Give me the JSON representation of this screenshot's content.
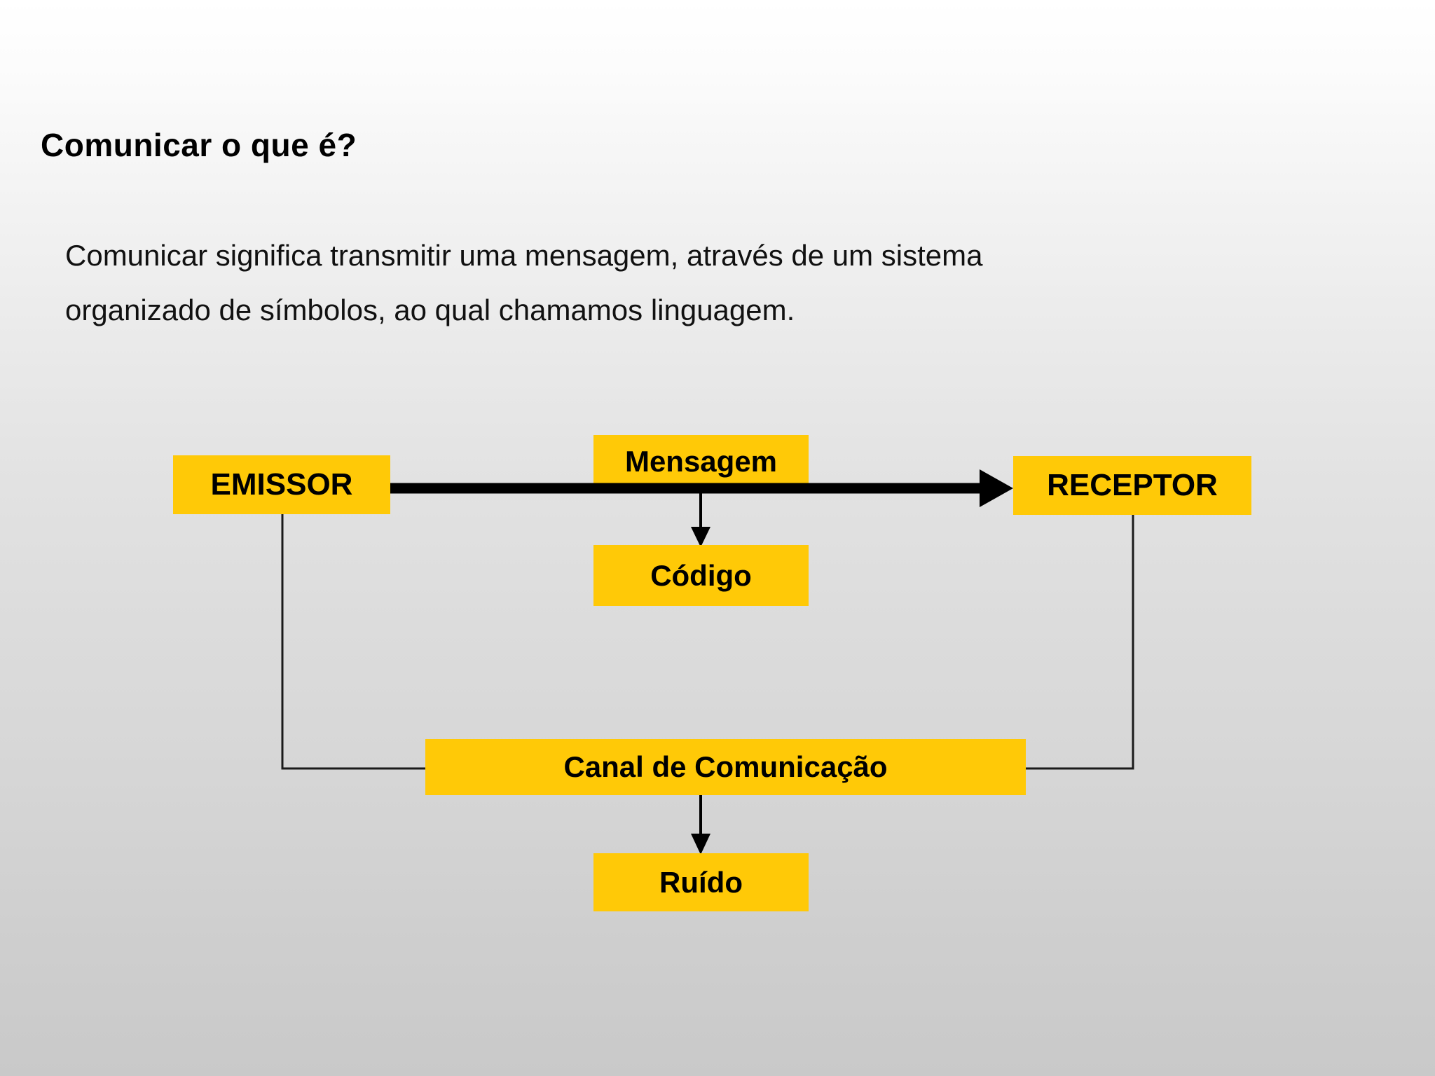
{
  "slide": {
    "title": "Comunicar o que é?",
    "body_lines": [
      "Comunicar significa transmitir uma mensagem, através de um sistema",
      "organizado de símbolos, ao qual chamamos linguagem."
    ],
    "background": {
      "top_color": "#ffffff",
      "bottom_color": "#c9c9c9"
    }
  },
  "diagram": {
    "accent_color": "#ffc907",
    "line_color": "#000000",
    "nodes": [
      {
        "id": "emissor",
        "label": "EMISSOR"
      },
      {
        "id": "mensagem",
        "label": "Mensagem"
      },
      {
        "id": "receptor",
        "label": "RECEPTOR"
      },
      {
        "id": "codigo",
        "label": "Código"
      },
      {
        "id": "canal",
        "label": "Canal de Comunicação"
      },
      {
        "id": "ruido",
        "label": "Ruído"
      }
    ],
    "connections": [
      {
        "from": "emissor",
        "to": "receptor",
        "style": "thick-arrow",
        "label": "Mensagem"
      },
      {
        "from": "mensagem",
        "to": "codigo",
        "style": "thin-arrow"
      },
      {
        "from": "emissor",
        "to": "canal",
        "style": "thin-elbow"
      },
      {
        "from": "receptor",
        "to": "canal",
        "style": "thin-elbow"
      },
      {
        "from": "canal",
        "to": "ruido",
        "style": "thin-arrow"
      }
    ]
  }
}
